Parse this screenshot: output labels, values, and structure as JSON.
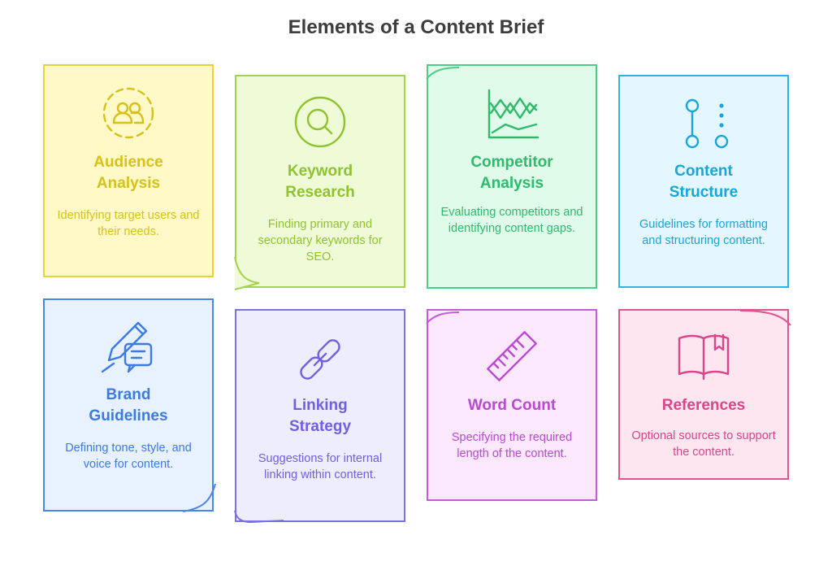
{
  "title": "Elements of a Content Brief",
  "cards": [
    {
      "title_line1": "Audience",
      "title_line2": "Analysis",
      "description": "Identifying target users and their needs.",
      "icon": "audience-icon",
      "color": "#d8c01b"
    },
    {
      "title_line1": "Keyword",
      "title_line2": "Research",
      "description": "Finding primary and secondary keywords for SEO.",
      "icon": "magnifier-icon",
      "color": "#8fc22e"
    },
    {
      "title_line1": "Competitor",
      "title_line2": "Analysis",
      "description": "Evaluating competitors and identifying content gaps.",
      "icon": "line-chart-icon",
      "color": "#2fba6e"
    },
    {
      "title_line1": "Content",
      "title_line2": "Structure",
      "description": "Guidelines for formatting and structuring content.",
      "icon": "structure-icon",
      "color": "#1aa5d9"
    },
    {
      "title_line1": "Brand",
      "title_line2": "Guidelines",
      "description": "Defining tone, style, and voice for content.",
      "icon": "pencil-chat-icon",
      "color": "#3b7be3"
    },
    {
      "title_line1": "Linking",
      "title_line2": "Strategy",
      "description": "Suggestions for internal linking within content.",
      "icon": "link-icon",
      "color": "#6e60df"
    },
    {
      "title_line1": "Word Count",
      "title_line2": "",
      "description": "Specifying the required length of the content.",
      "icon": "ruler-icon",
      "color": "#b949d2"
    },
    {
      "title_line1": "References",
      "title_line2": "",
      "description": "Optional sources to support the content.",
      "icon": "book-icon",
      "color": "#dc4589"
    }
  ]
}
